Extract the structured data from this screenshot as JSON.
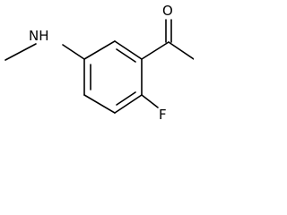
{
  "molecule": {
    "atoms": {
      "oxygen": "O",
      "amine": "NH",
      "fluorine": "F"
    },
    "colors": {
      "bond": "#000000",
      "label": "#000000",
      "background": "#ffffff"
    }
  }
}
